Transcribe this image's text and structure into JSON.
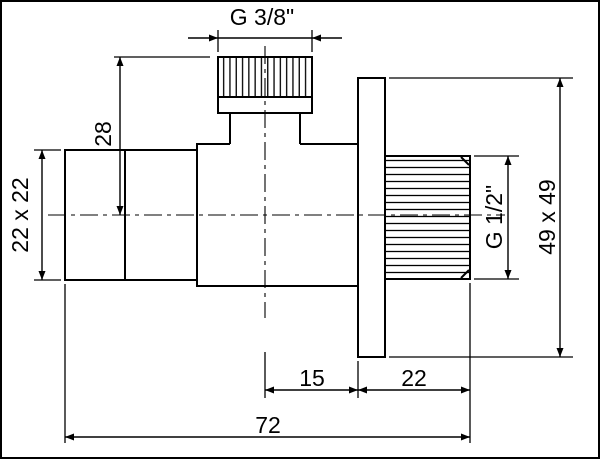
{
  "drawing": {
    "type": "technical-dimension-drawing",
    "subject": "angle valve side view with wall flange",
    "line_color": "#000000",
    "background_color": "#ffffff"
  },
  "dimensions": {
    "top_thread": "G 3/8\"",
    "top_height": "28",
    "handle_square": "22 x 22",
    "right_thread": "G 1/2\"",
    "flange_square": "49 x 49",
    "axis_to_flange": "15",
    "flange_to_end": "22",
    "overall_length": "72"
  }
}
